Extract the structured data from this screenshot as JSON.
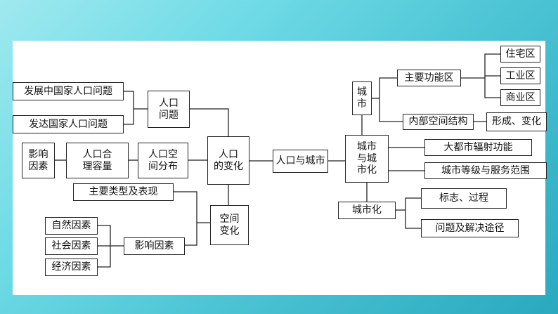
{
  "nodes": {
    "developing": "发展中国家人口问题",
    "developed": "发达国家人口问题",
    "pop_problem": "人口\n问题",
    "influence_a": "影响\n因素",
    "capacity": "人口合\n理容量",
    "distribution": "人口空\n间分布",
    "pop_change": "人口\n的变化",
    "main_types": "主要类型及表现",
    "natural": "自然因素",
    "social": "社会因素",
    "economic": "经济因素",
    "influence_b": "影响因素",
    "spatial": "空间\n变化",
    "pop_city": "人口与城市",
    "city": "城\n市",
    "main_zones": "主要功能区",
    "residential": "住宅区",
    "industrial": "工业区",
    "commercial": "商业区",
    "internal": "内部空间结构",
    "formation": "形成、变化",
    "city_urban": "城市\n与城\n市化",
    "metro": "大都市辐射功能",
    "hierarchy": "城市等级与服务范围",
    "urbanization": "城市化",
    "signs": "标志、过程",
    "problems": "问题及解决途径"
  }
}
